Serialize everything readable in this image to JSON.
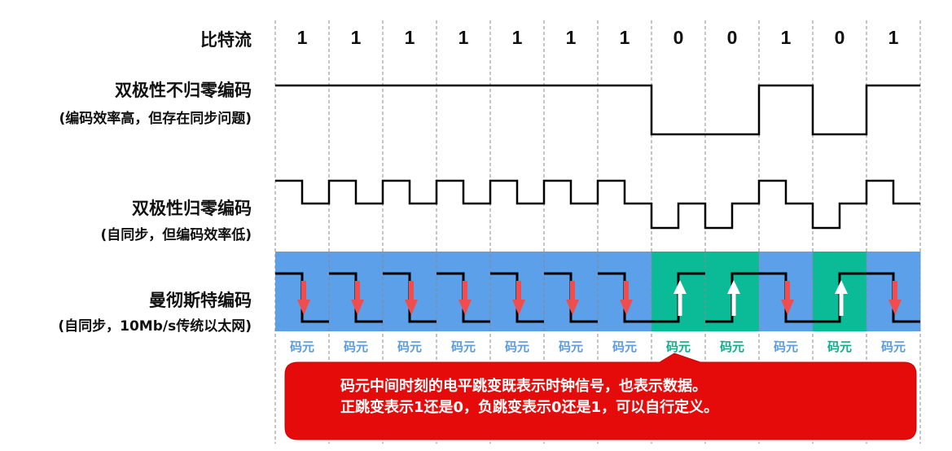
{
  "rows": {
    "bitstream": {
      "title": "比特流"
    },
    "nrz": {
      "title": "双极性不归零编码",
      "subtitle": "(编码效率高，但存在同步问题)"
    },
    "rz": {
      "title": "双极性归零编码",
      "subtitle": "(自同步，但编码效率低)"
    },
    "manchester": {
      "title": "曼彻斯特编码",
      "subtitle": "(自同步，10Mb/s传统以太网)"
    }
  },
  "bits": [
    "1",
    "1",
    "1",
    "1",
    "1",
    "1",
    "1",
    "0",
    "0",
    "1",
    "0",
    "1"
  ],
  "symbol_label": "码元",
  "callout": {
    "line1": "码元中间时刻的电平跳变既表示时钟信号，也表示数据。",
    "line2": "正跳变表示1还是0，负跳变表示0还是1，可以自行定义。"
  },
  "colors": {
    "one_bg": "#5BA0E8",
    "zero_bg": "#0BBB97",
    "one_label": "#5B9BE0",
    "zero_label": "#10AE88",
    "down_arrow": "#F04E4E",
    "up_arrow": "#FFFFFF",
    "callout": "#E60B0B"
  }
}
